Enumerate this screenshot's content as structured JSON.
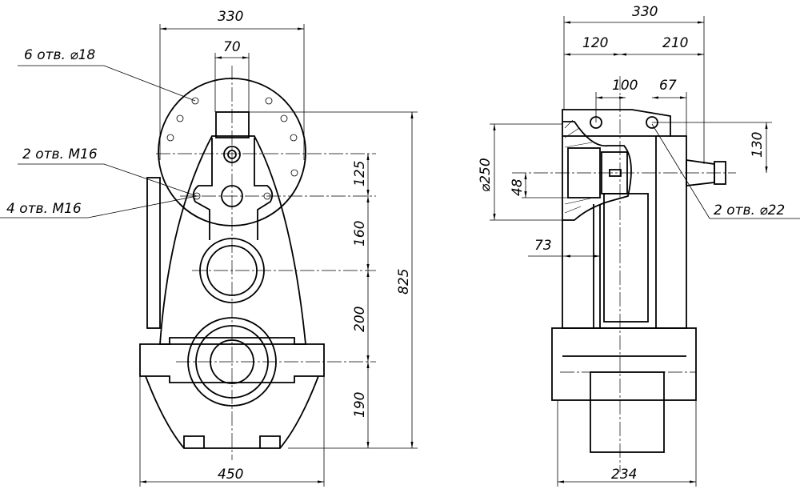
{
  "front_view": {
    "dims": {
      "width_top": "330",
      "hole_spacing": "70",
      "height_total": "825",
      "seg1": "125",
      "seg2": "160",
      "seg3": "200",
      "seg4": "190",
      "width_base": "450"
    },
    "callouts": {
      "flange_holes": "6 отв. ⌀18",
      "top_threads": "2 отв. M16",
      "side_threads": "4 отв. M16"
    }
  },
  "side_view": {
    "dims": {
      "width_top": "330",
      "left": "120",
      "right": "210",
      "hole_a": "100",
      "hole_b": "67",
      "shaft_dia": "⌀250",
      "key": "48",
      "height_hole": "130",
      "offset": "73",
      "width_base": "234"
    },
    "callouts": {
      "holes": "2 отв. ⌀22"
    }
  }
}
